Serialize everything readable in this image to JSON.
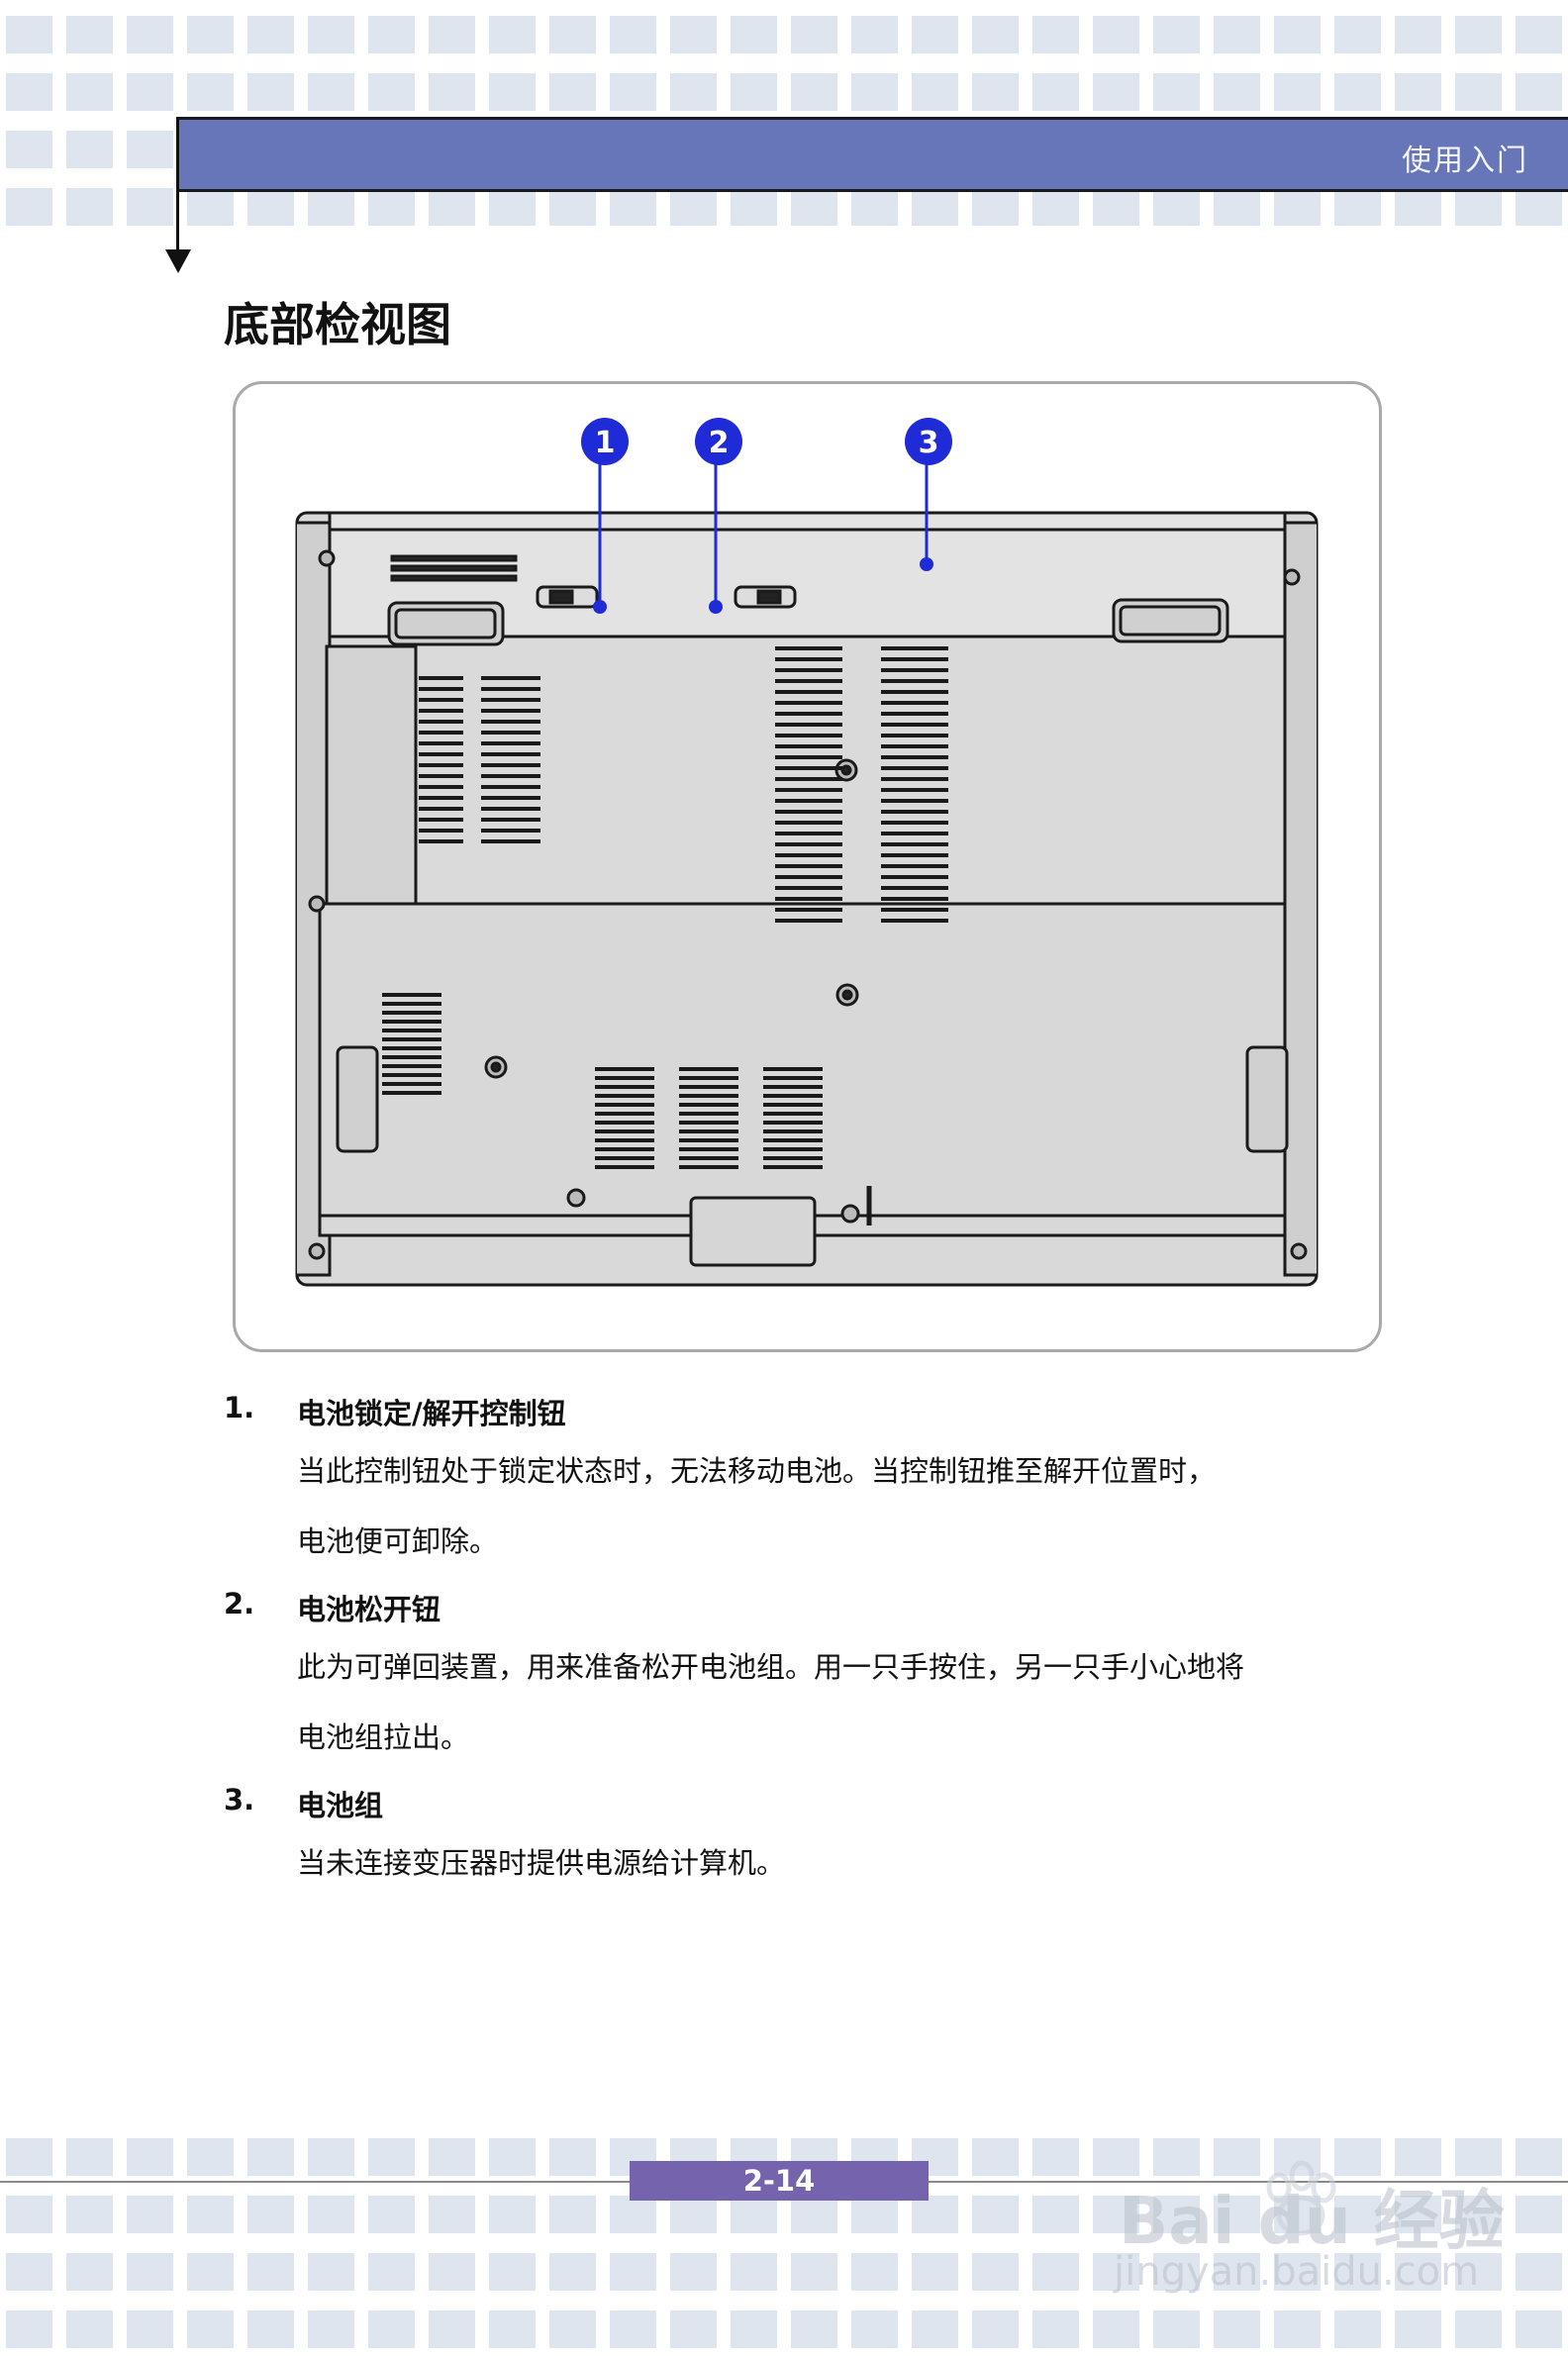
{
  "header": {
    "section_title": "使用入门"
  },
  "page_title": "底部检视图",
  "figure": {
    "callouts": [
      "1",
      "2",
      "3"
    ]
  },
  "items": [
    {
      "number": "1.",
      "title": "电池锁定/解开控制钮",
      "desc": [
        "当此控制钮处于锁定状态时，无法移动电池。当控制钮推至解开位置时，",
        "电池便可卸除。"
      ]
    },
    {
      "number": "2.",
      "title": "电池松开钮",
      "desc": [
        "此为可弹回装置，用来准备松开电池组。用一只手按住，另一只手小心地将",
        "电池组拉出。"
      ]
    },
    {
      "number": "3.",
      "title": "电池组",
      "desc": [
        "当未连接变压器时提供电源给计算机。"
      ]
    }
  ],
  "footer": {
    "page_number": "2-14"
  },
  "watermark": {
    "brand": "Bai du 经验",
    "url": "jingyan.baidu.com"
  },
  "colors": {
    "header_band": "#6676b8",
    "page_label": "#7564ad",
    "tile": "#dfe5ee",
    "callout": "#1f2bd6"
  }
}
